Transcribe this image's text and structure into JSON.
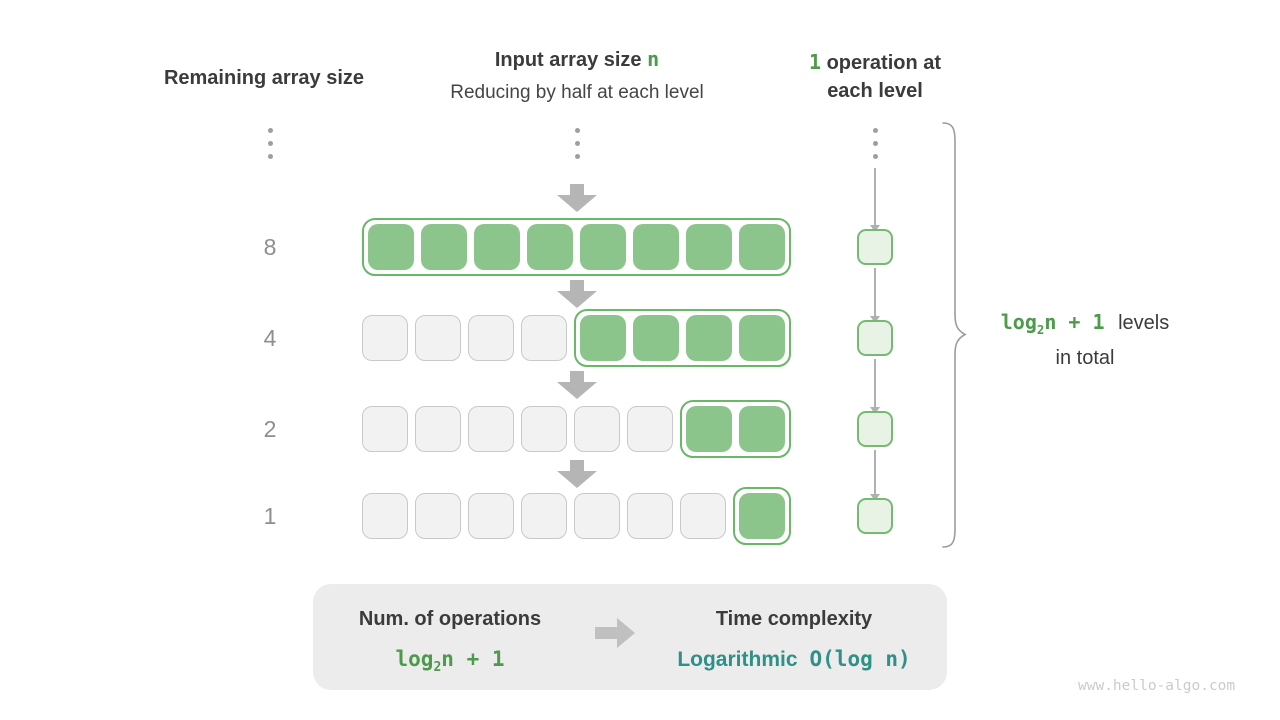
{
  "header": {
    "left_title": "Remaining array size",
    "center_title": {
      "prefix": "Input array size ",
      "highlight": "n"
    },
    "center_subtitle": "Reducing by half at each level",
    "right_title": {
      "highlight": "1",
      "line1_rest": " operation at",
      "line2": "each level"
    }
  },
  "levels": [
    {
      "label": "8",
      "gray_cells": 0,
      "green_cells": 8
    },
    {
      "label": "4",
      "gray_cells": 4,
      "green_cells": 4
    },
    {
      "label": "2",
      "gray_cells": 6,
      "green_cells": 2
    },
    {
      "label": "1",
      "gray_cells": 7,
      "green_cells": 1
    }
  ],
  "brace_label": {
    "formula_log": "log",
    "formula_sub": "2",
    "formula_rest": "n + 1",
    "suffix_line1": "levels",
    "line2": "in total"
  },
  "summary": {
    "left_title": "Num. of operations",
    "left_formula": {
      "log": "log",
      "sub": "2",
      "rest": "n + 1"
    },
    "right_title": "Time complexity",
    "right_value_word": "Logarithmic",
    "right_value_formula": "O(log n)"
  },
  "watermark": "www.hello-algo.com",
  "colors": {
    "green_text": "#4c9b4a",
    "green_cell": "#8cc58b",
    "green_border": "#6ab768",
    "green_light_fill": "#e9f3e5",
    "teal_text": "#2e9086",
    "dark_text": "#3b3b3b",
    "gray_cell_fill": "#f2f2f2",
    "gray_cell_border": "#c9c9c9",
    "arrow_gray": "#b5b5b5",
    "panel_bg": "#ececec",
    "watermark_gray": "#cbcbcb"
  }
}
